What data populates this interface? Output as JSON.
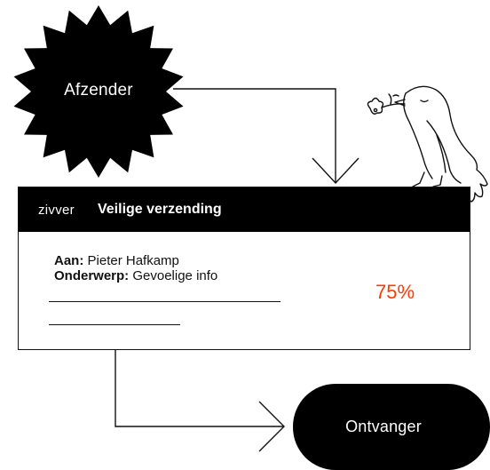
{
  "sender": {
    "label": "Afzender"
  },
  "window": {
    "brand": "zivver",
    "title": "Veilige verzending",
    "to_label": "Aan:",
    "to_value": "Pieter Hafkamp",
    "subject_label": "Onderwerp:",
    "subject_value": "Gevoelige info"
  },
  "progress": {
    "value": 75,
    "label": "75%"
  },
  "receiver": {
    "label": "Ontvanger"
  },
  "colors": {
    "accent": "#ff3a00",
    "track": "#dddddd",
    "ink": "#111111"
  }
}
